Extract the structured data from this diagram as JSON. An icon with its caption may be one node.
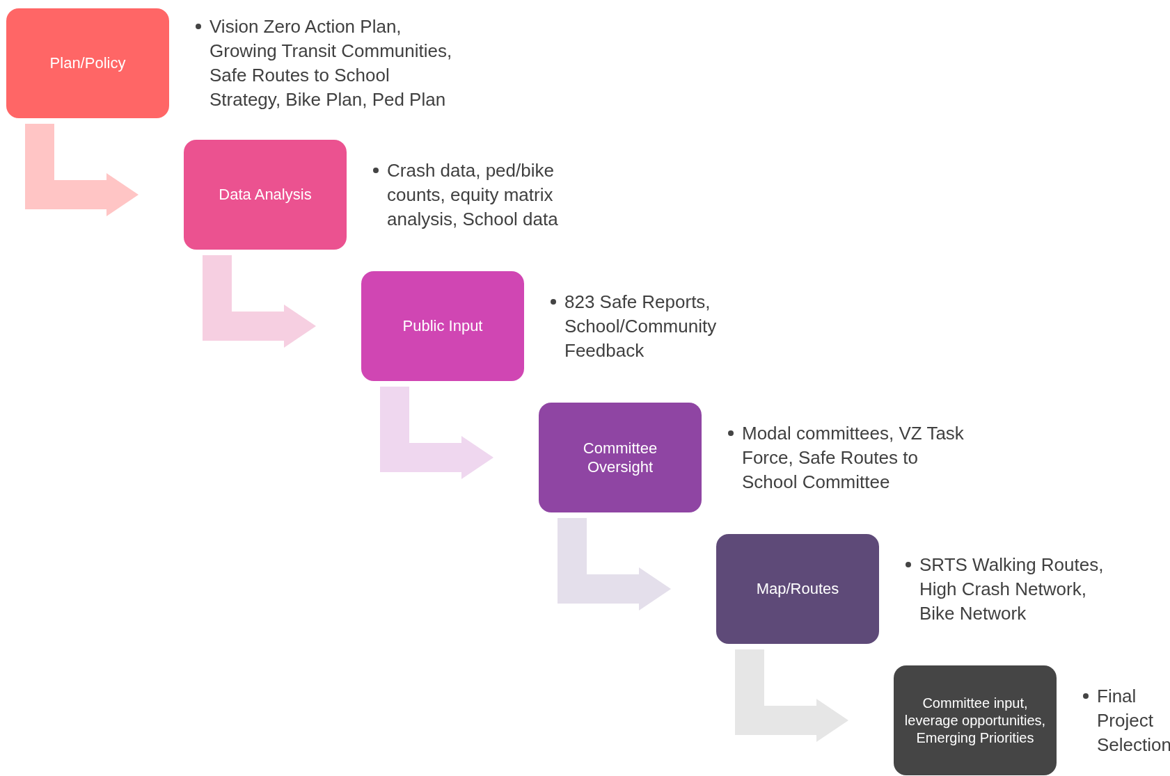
{
  "diagram": {
    "nodes": [
      {
        "text": [
          "Plan/Policy"
        ],
        "beside": [
          "Vision Zero Action Plan, Growing Transit Communities, Safe Routes to School Strategy, Bike Plan, Ped Plan"
        ]
      },
      {
        "text": [
          "Data Analysis"
        ],
        "beside": [
          "Crash data, ped/bike counts, equity matrix analysis, School data"
        ]
      },
      {
        "text": [
          "Public Input"
        ],
        "beside": [
          "823 Safe Reports, School/Community Feedback"
        ]
      },
      {
        "text": [
          "Committee Oversight"
        ],
        "beside": [
          "Modal committees, VZ Task Force, Safe Routes to School Committee"
        ]
      },
      {
        "text": [
          "Map/Routes"
        ],
        "beside": [
          "SRTS Walking Routes, High Crash Network, Bike Network"
        ]
      },
      {
        "text": [
          "Committee input, leverage opportunities, Emerging Priorities"
        ],
        "beside": [
          "Final Project Selection"
        ]
      }
    ],
    "edges": [
      {
        "from": 0,
        "to": 1,
        "arrow": "to",
        "color": "#ffc5c5"
      },
      {
        "from": 1,
        "to": 2,
        "arrow": "to",
        "color": "#f6cfe1"
      },
      {
        "from": 2,
        "to": 3,
        "arrow": "to",
        "color": "#efd7ef"
      },
      {
        "from": 3,
        "to": 4,
        "arrow": "to",
        "color": "#e4dfeb"
      },
      {
        "from": 4,
        "to": 5,
        "arrow": "to",
        "color": "#e6e6e6"
      }
    ]
  }
}
